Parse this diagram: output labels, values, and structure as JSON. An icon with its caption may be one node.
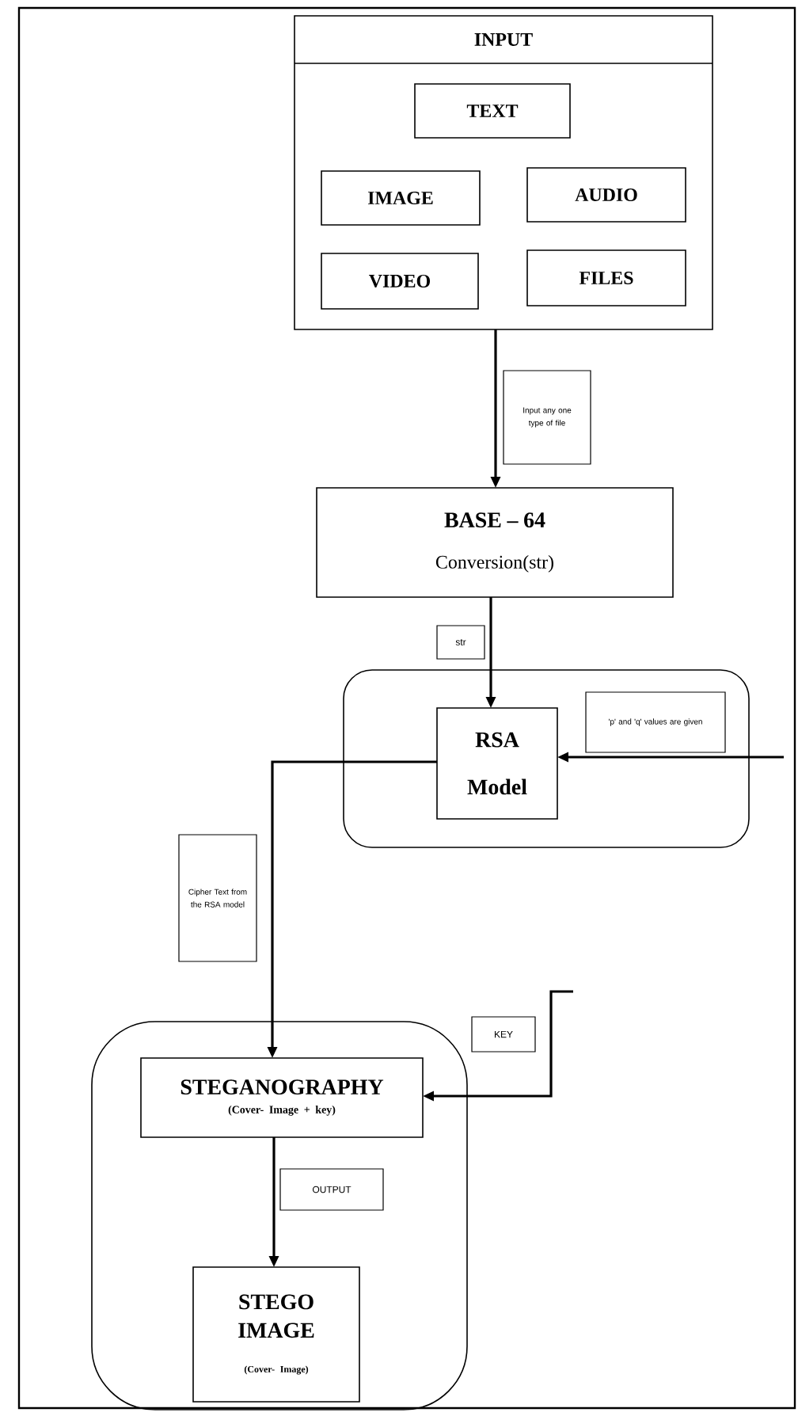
{
  "diagram": {
    "nodes": [
      {
        "text": [
          "INPUT"
        ]
      },
      {
        "text": [
          "TEXT"
        ],
        "in": 0
      },
      {
        "text": [
          "IMAGE"
        ],
        "in": 0
      },
      {
        "text": [
          "AUDIO"
        ],
        "in": 0
      },
      {
        "text": [
          "VIDEO"
        ],
        "in": 0
      },
      {
        "text": [
          "FILES"
        ],
        "in": 0
      },
      {
        "text": [
          "BASE – 64",
          "Conversion(str)"
        ]
      },
      {
        "text": [],
        "shape": "box"
      },
      {
        "text": [
          "RSA Model"
        ],
        "in": 7
      },
      {
        "text": [],
        "shape": "box"
      },
      {
        "text": [
          "STEGANOGRAPHY",
          "(Cover- Image + key)"
        ],
        "in": 9
      },
      {
        "text": [
          "STEGO IMAGE",
          "(Cover- Image)"
        ],
        "in": 9
      }
    ],
    "edges": [
      {
        "from": 0,
        "to": 6,
        "arrow": "to",
        "label": "Input any one type of file"
      },
      {
        "from": 6,
        "to": 8,
        "arrow": "to",
        "label": "str"
      },
      {
        "from": null,
        "to": 8,
        "arrow": "to",
        "label": "'p' and 'q' values are given"
      },
      {
        "from": 8,
        "to": 10,
        "arrow": "to",
        "label": "Cipher Text from the RSA model"
      },
      {
        "from": null,
        "to": 10,
        "arrow": "to",
        "label": "KEY"
      },
      {
        "from": 10,
        "to": 11,
        "arrow": "to",
        "label": "OUTPUT"
      }
    ]
  }
}
